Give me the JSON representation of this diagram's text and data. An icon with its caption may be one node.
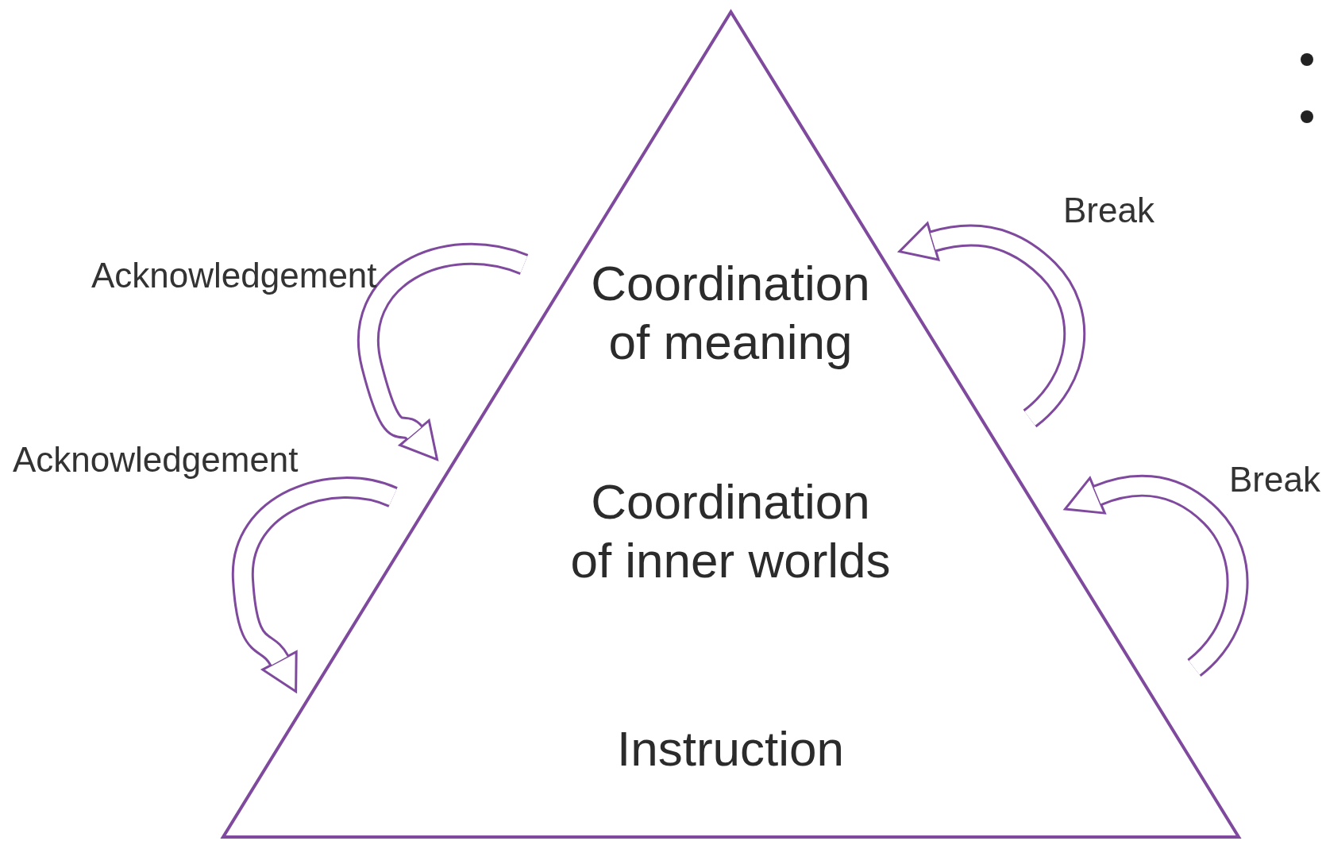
{
  "diagram": {
    "nodes": [
      {
        "text": [],
        "shape": "triangle"
      },
      {
        "text": [
          "Coordination of meaning"
        ],
        "in": 0
      },
      {
        "text": [
          "Coordination of inner worlds"
        ],
        "in": 0
      },
      {
        "text": [
          "Instruction"
        ],
        "in": 0
      }
    ],
    "labels": [
      "Break",
      "Acknowledgement",
      "Acknowledgement",
      "Break"
    ]
  }
}
